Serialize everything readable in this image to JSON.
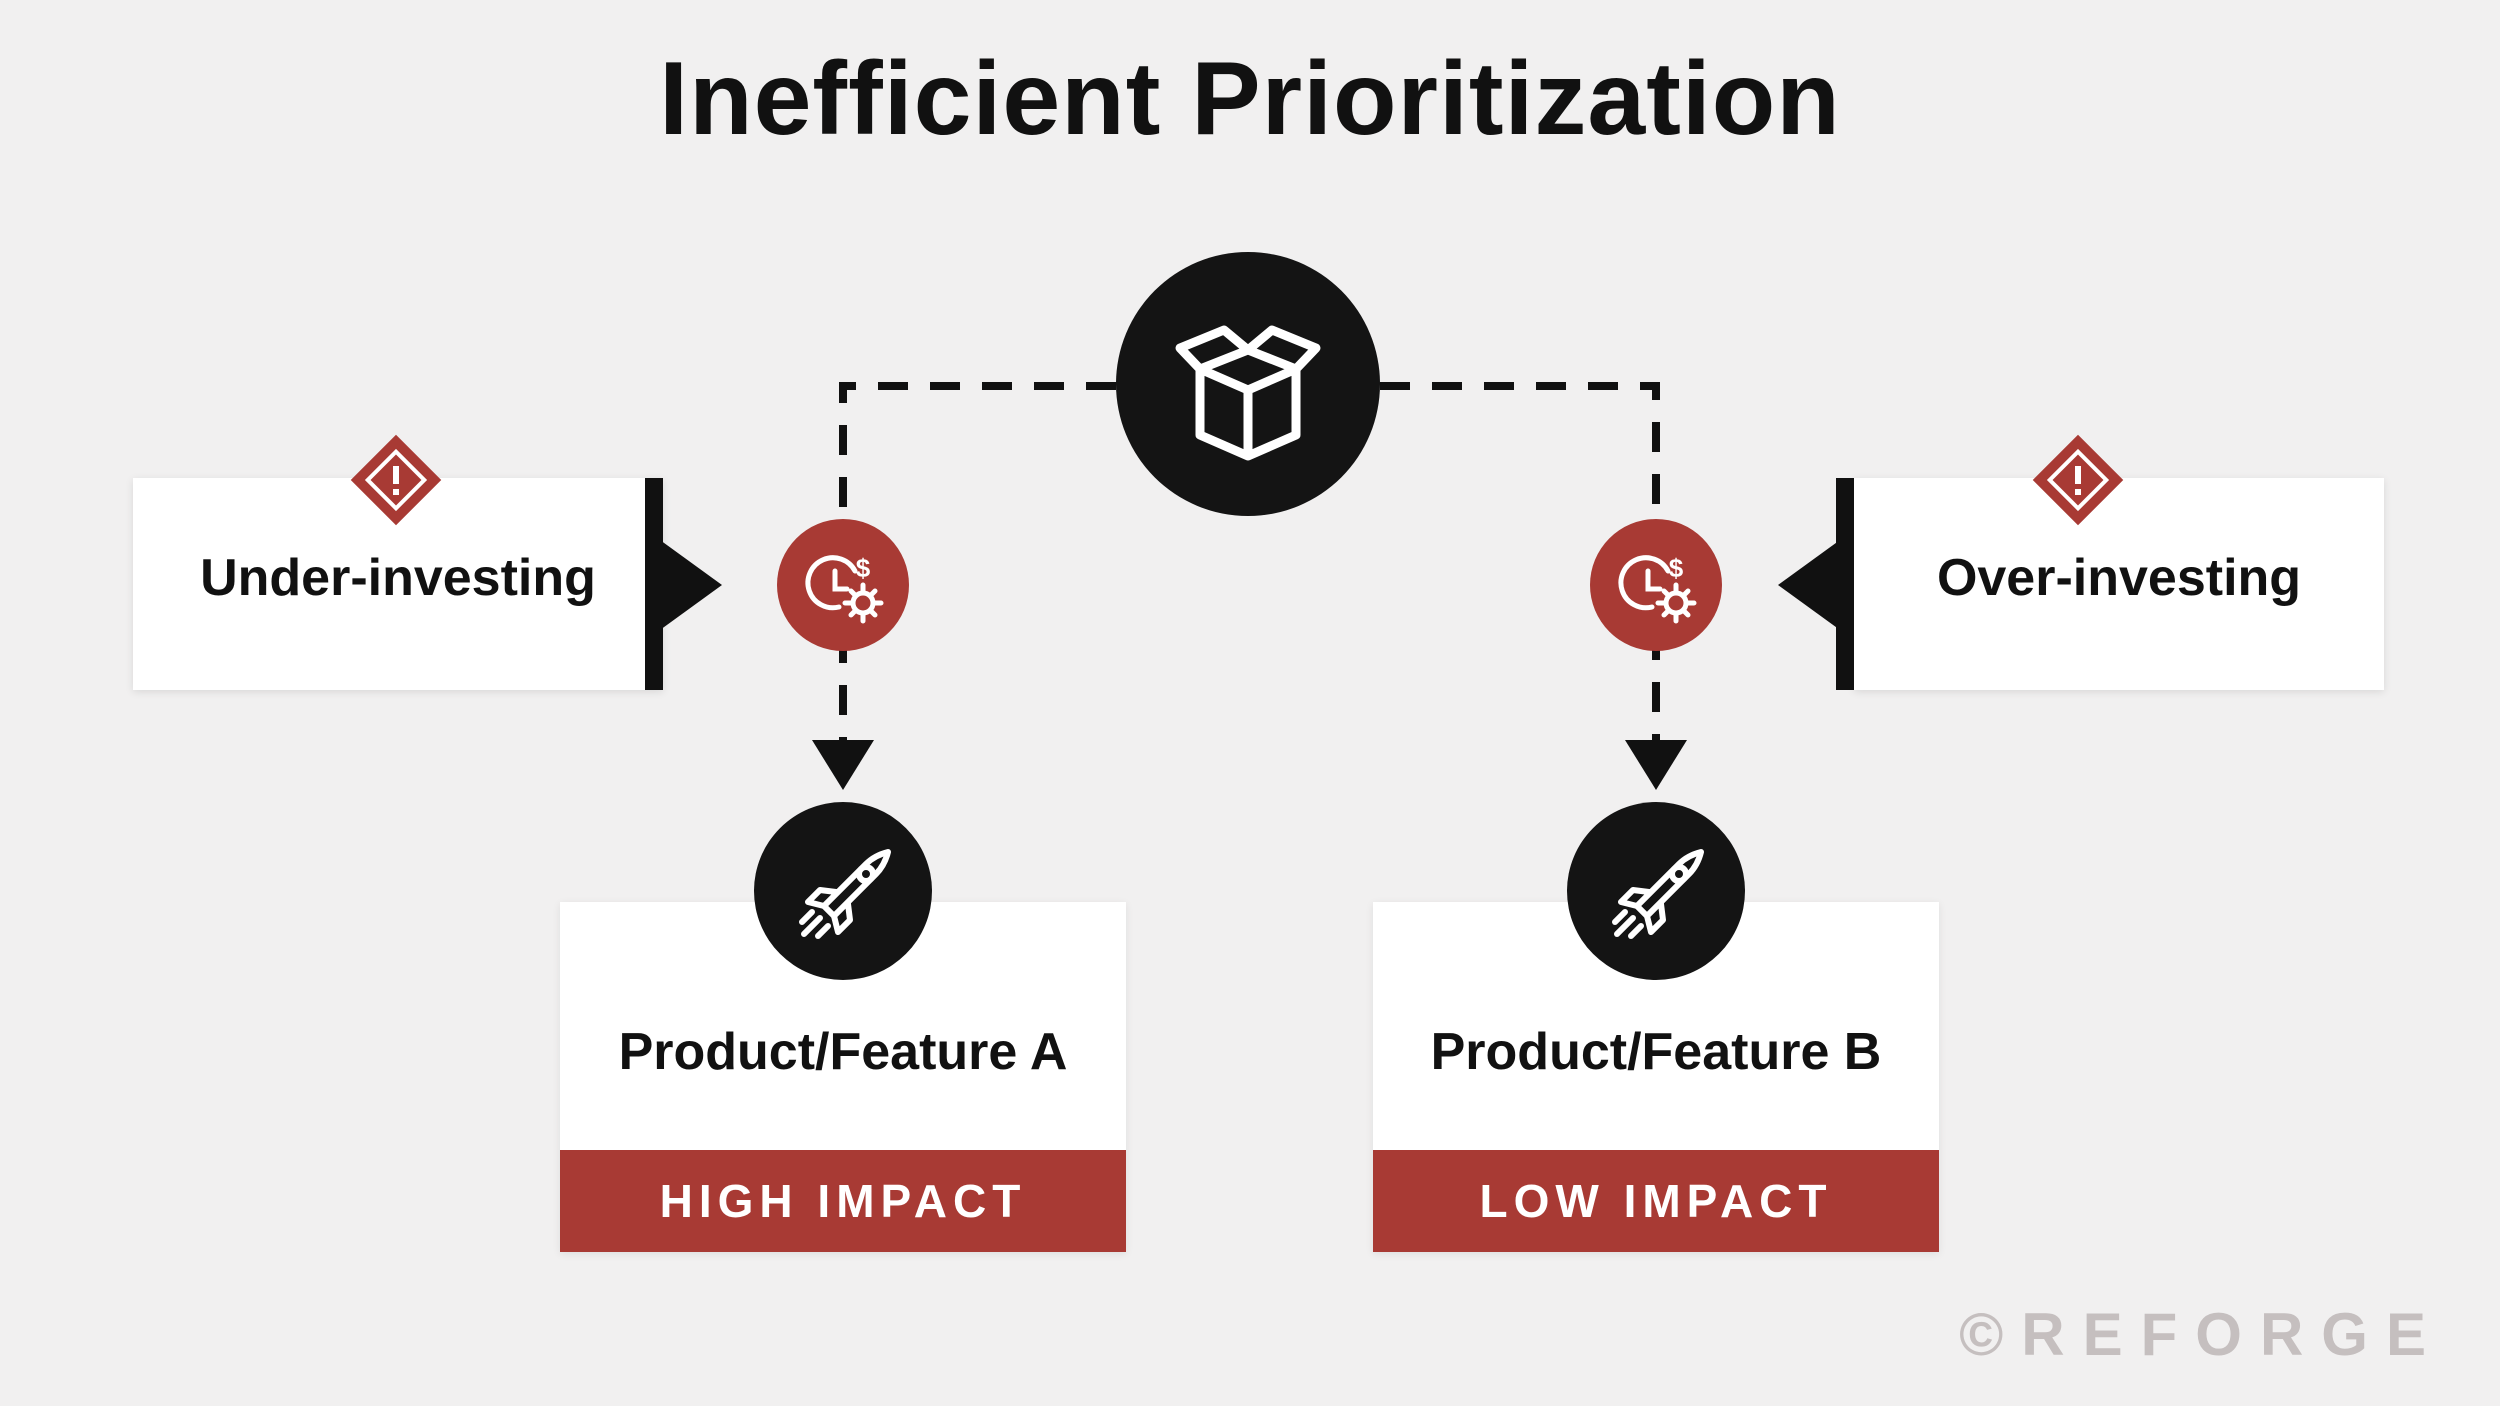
{
  "title": "Inefficient Prioritization",
  "hub": {
    "icon": "open-box-icon"
  },
  "left": {
    "label": "Under-investing",
    "warning_icon": "warning-diamond-icon",
    "cost_icon": "clock-dollar-gear-icon"
  },
  "right": {
    "label": "Over-investing",
    "warning_icon": "warning-diamond-icon",
    "cost_icon": "clock-dollar-gear-icon"
  },
  "cards": [
    {
      "name": "Product/Feature A",
      "impact": "HIGH IMPACT",
      "icon": "rocket-icon"
    },
    {
      "name": "Product/Feature B",
      "impact": "LOW IMPACT",
      "icon": "rocket-icon"
    }
  ],
  "watermark": "©REFORGE",
  "colors": {
    "accent": "#a83a34",
    "dark": "#141414",
    "background": "#f1f0f0"
  }
}
